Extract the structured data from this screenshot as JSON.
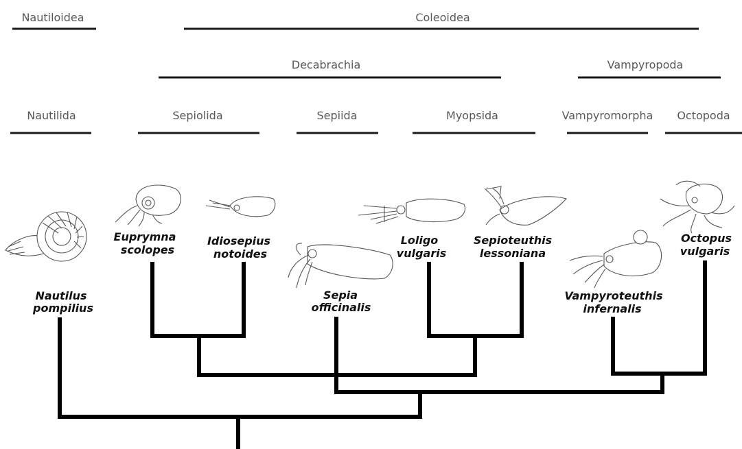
{
  "ranks": {
    "level1": [
      {
        "id": "nautiloidea",
        "name": "Nautiloidea"
      },
      {
        "id": "coleoidea",
        "name": "Coleoidea"
      }
    ],
    "level2": [
      {
        "id": "decabrachia",
        "name": "Decabrachia"
      },
      {
        "id": "vampyropoda",
        "name": "Vampyropoda"
      }
    ],
    "level3": [
      {
        "id": "nautilida",
        "name": "Nautilida"
      },
      {
        "id": "sepiolida",
        "name": "Sepiolida"
      },
      {
        "id": "sepiida",
        "name": "Sepiida"
      },
      {
        "id": "myopsida",
        "name": "Myopsida"
      },
      {
        "id": "vampyromorpha",
        "name": "Vampyromorpha"
      },
      {
        "id": "octopoda",
        "name": "Octopoda"
      }
    ]
  },
  "species": [
    {
      "id": "nautilus",
      "line1": "Nautilus",
      "line2": "pompilius"
    },
    {
      "id": "euprymna",
      "line1": "Euprymna",
      "line2": "scolopes"
    },
    {
      "id": "idiosepius",
      "line1": "Idiosepius",
      "line2": "notoides"
    },
    {
      "id": "sepia",
      "line1": "Sepia",
      "line2": "officinalis"
    },
    {
      "id": "loligo",
      "line1": "Loligo",
      "line2": "vulgaris"
    },
    {
      "id": "sepioteuthis",
      "line1": "Sepioteuthis",
      "line2": "lessoniana"
    },
    {
      "id": "vampyroteuthis",
      "line1": "Vampyroteuthis",
      "line2": "infernalis"
    },
    {
      "id": "octopus",
      "line1": "Octopus",
      "line2": "vulgaris"
    }
  ],
  "illustrations": [
    {
      "species": "nautilus",
      "icon": "nautilus-shell-icon"
    },
    {
      "species": "euprymna",
      "icon": "bobtail-squid-icon"
    },
    {
      "species": "idiosepius",
      "icon": "pygmy-squid-icon"
    },
    {
      "species": "sepia",
      "icon": "cuttlefish-icon"
    },
    {
      "species": "loligo",
      "icon": "squid-icon"
    },
    {
      "species": "sepioteuthis",
      "icon": "reef-squid-icon"
    },
    {
      "species": "vampyroteuthis",
      "icon": "vampire-squid-icon"
    },
    {
      "species": "octopus",
      "icon": "octopus-icon"
    }
  ],
  "colors": {
    "rank_text": "#595959",
    "species_text": "#111111",
    "tree_line": "#000000"
  }
}
